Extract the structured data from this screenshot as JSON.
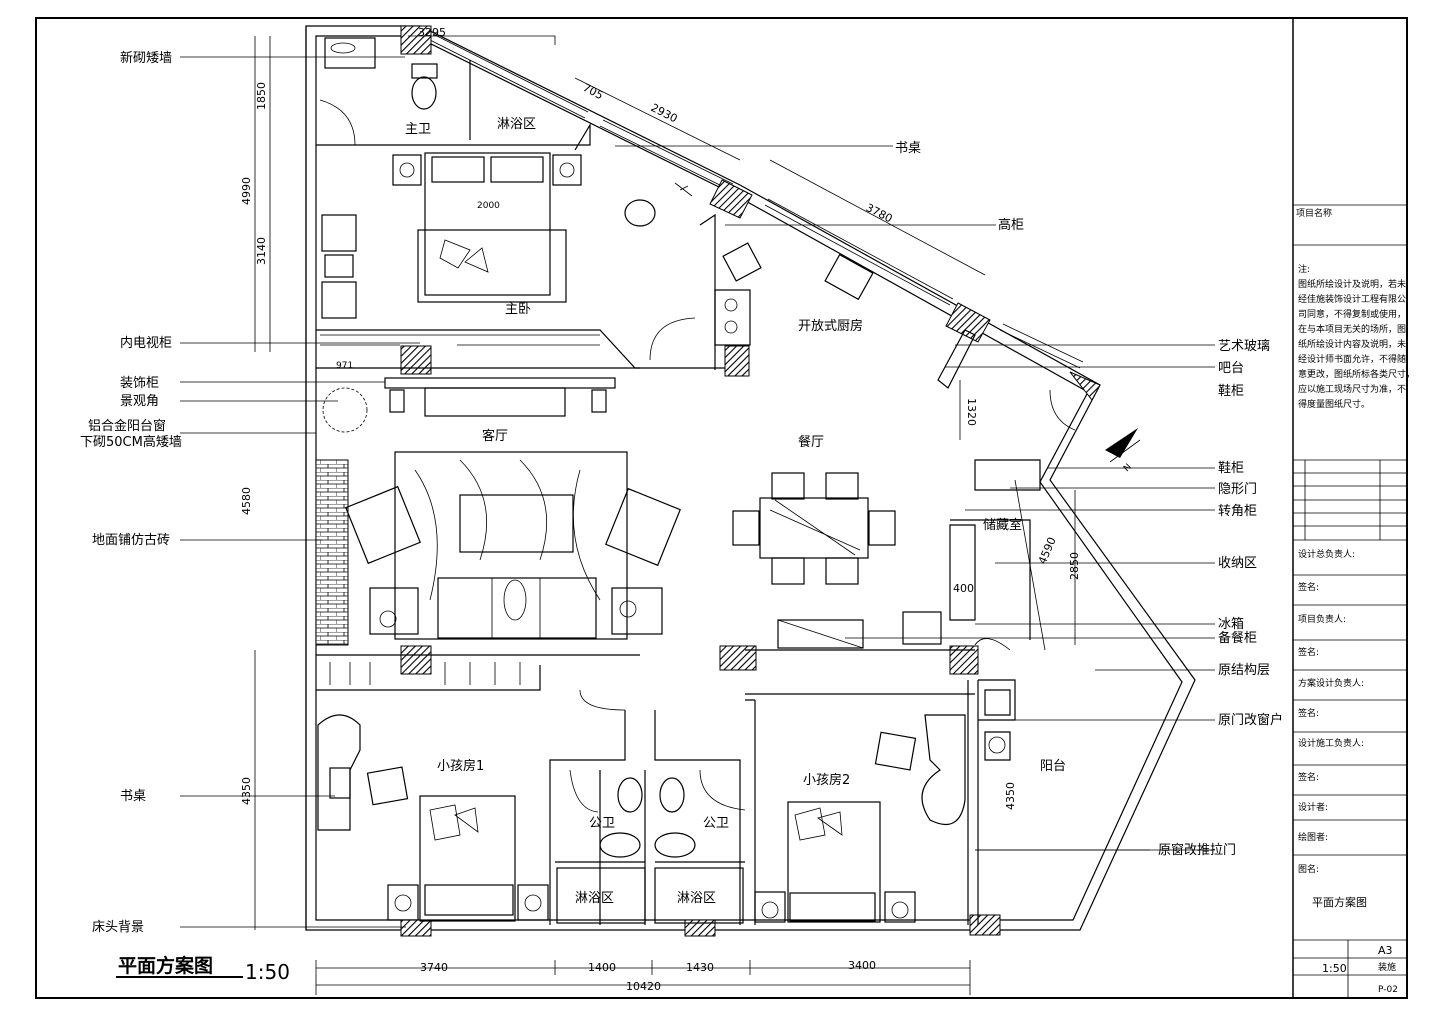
{
  "drawing": {
    "title": "平面方案图",
    "scale": "1:50"
  },
  "left_labels": [
    "新砌矮墙",
    "内电视柜",
    "装饰柜",
    "景观角",
    "铝合金阳台窗",
    "下砌50CM高矮墙",
    "地面铺仿古砖",
    "书桌",
    "床头背景"
  ],
  "right_labels": [
    "书桌",
    "高柜",
    "艺术玻璃",
    "吧台",
    "鞋柜",
    "鞋柜",
    "隐形门",
    "转角柜",
    "收纳区",
    "冰箱",
    "备餐柜",
    "原结构层",
    "原门改窗户",
    "原窗改推拉门"
  ],
  "rooms": [
    "主卫",
    "淋浴区",
    "主卧",
    "开放式厨房",
    "客厅",
    "餐厅",
    "储藏室",
    "小孩房1",
    "公卫",
    "公卫",
    "小孩房2",
    "阳台",
    "淋浴区",
    "淋浴区"
  ],
  "dimensions": {
    "left": [
      "4990",
      "1850",
      "3140",
      "4580",
      "4350"
    ],
    "top": [
      "3295",
      "705",
      "2930",
      "3780"
    ],
    "interior": [
      "2000",
      "971",
      "1320",
      "4590",
      "2850",
      "400",
      "4350"
    ],
    "bottom": [
      "3740",
      "1400",
      "1430",
      "3400"
    ],
    "total": "10420"
  },
  "title_block": {
    "project_label": "项目名称",
    "note_title": "注:",
    "note_lines": [
      "图纸所绘设计及说明，若未",
      "经佳施装饰设计工程有限公",
      "司同意，不得复制或使用，",
      "在与本项目无关的场所，图",
      "纸所绘设计内容及说明，未",
      "经设计师书面允许，不得随",
      "意更改，图纸所标各类尺寸，",
      "应以施工现场尺寸为准，不",
      "得度量图纸尺寸。"
    ],
    "roles": [
      "设计总负责人:",
      "签名:",
      "项目负责人:",
      "签名:",
      "方案设计负责人:",
      "签名:",
      "设计施工负责人:",
      "签名:",
      "设计者:",
      "绘图者:",
      "图名:"
    ],
    "drawing_name": "平面方案图",
    "sheet_size": "A3",
    "scale": "1:50",
    "discipline": "装施",
    "sheet_no": "P-02"
  },
  "north_mark": "N"
}
